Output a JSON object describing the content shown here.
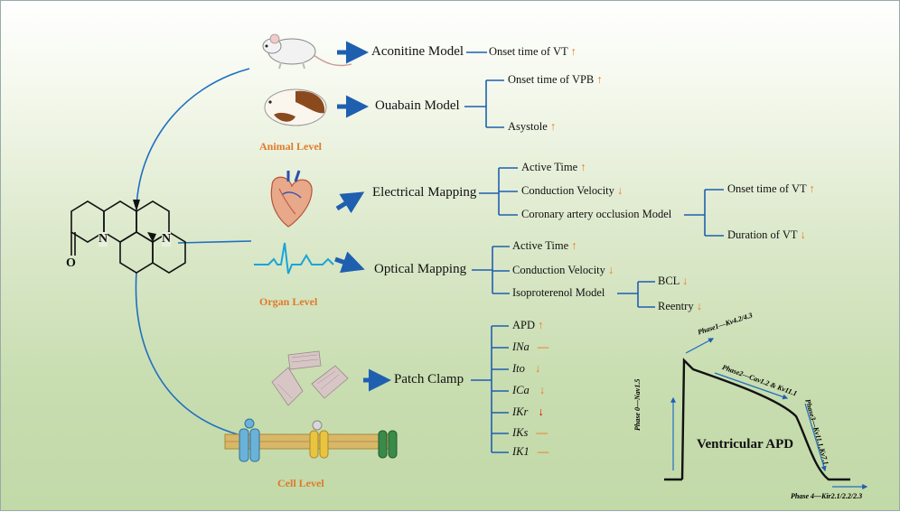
{
  "colors": {
    "line": "#1f5fb0",
    "up": "#f07820",
    "down_strong": "#e00000",
    "level": "#e07a2a"
  },
  "animal": {
    "level_label": "Animal Level",
    "aconitine": {
      "model": "Aconitine Model",
      "leaf": "Onset time of VT",
      "leaf_arrow": "↑"
    },
    "ouabain": {
      "model": "Ouabain Model",
      "leaves": [
        {
          "label": "Onset time of VPB",
          "arrow": "↑"
        },
        {
          "label": "Asystole",
          "arrow": "↑"
        }
      ]
    }
  },
  "organ": {
    "level_label": "Organ Level",
    "electrical": {
      "model": "Electrical Mapping",
      "leaves": [
        {
          "label": "Active Time",
          "arrow": "↑"
        },
        {
          "label": "Conduction Velocity",
          "arrow": "↓"
        },
        {
          "label": "Coronary artery occlusion Model",
          "arrow": ""
        }
      ],
      "sub": [
        {
          "label": "Onset time of VT",
          "arrow": "↑"
        },
        {
          "label": "Duration of VT",
          "arrow": "↓"
        }
      ]
    },
    "optical": {
      "model": "Optical Mapping",
      "leaves": [
        {
          "label": "Active Time",
          "arrow": "↑"
        },
        {
          "label": "Conduction Velocity",
          "arrow": "↓"
        },
        {
          "label": "Isoproterenol Model",
          "arrow": ""
        }
      ],
      "sub": [
        {
          "label": "BCL",
          "arrow": "↓"
        },
        {
          "label": "Reentry",
          "arrow": "↓"
        }
      ]
    }
  },
  "cell": {
    "level_label": "Cell Level",
    "model": "Patch Clamp",
    "currents": [
      {
        "label": "APD",
        "mark": "↑"
      },
      {
        "label": "INa",
        "mark": "—"
      },
      {
        "label": "Ito",
        "mark": "↓"
      },
      {
        "label": "ICa",
        "mark": "↓"
      },
      {
        "label": "IKr",
        "mark": "↓"
      },
      {
        "label": "IKs",
        "mark": "—"
      },
      {
        "label": "IK1",
        "mark": "—"
      }
    ]
  },
  "molecule": {
    "atom_n1": "N",
    "atom_n2": "N",
    "atom_o": "O"
  },
  "apd": {
    "title": "Ventricular APD",
    "phase0": "Phase 0—Nav1.5",
    "phase1": "Phase1—Kv4.2/4.3",
    "phase2": "Phase2—Cav1.2 & Kv11.1",
    "phase3": "Phase3—Kv11.1,Kv7.1",
    "phase4": "Phase 4—Kir2.1/2.2/2.3"
  }
}
